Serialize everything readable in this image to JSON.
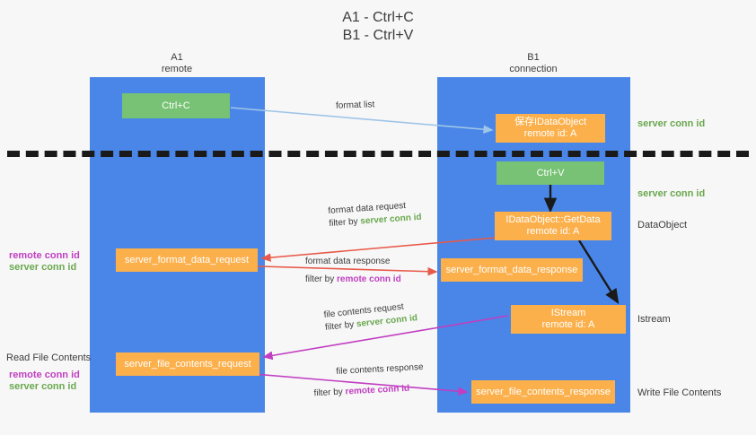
{
  "title": {
    "line1": "A1 - Ctrl+C",
    "line2": "B1 - Ctrl+V"
  },
  "columns": [
    {
      "name": "A1",
      "role": "remote"
    },
    {
      "name": "B1",
      "role": "connection"
    }
  ],
  "boxes": {
    "ctrl_c": {
      "label": "Ctrl+C",
      "sub": "",
      "color": "#77c274"
    },
    "save_idataobject": {
      "label": "保存IDataObject",
      "sub": "remote id: A",
      "color": "#fbb04c"
    },
    "ctrl_v": {
      "label": "Ctrl+V",
      "sub": "",
      "color": "#77c274"
    },
    "getdata": {
      "label": "IDataObject::GetData",
      "sub": "remote id: A",
      "color": "#fbb04c"
    },
    "fmt_req": {
      "label": "server_format_data_request",
      "sub": "",
      "color": "#fbb04c"
    },
    "fmt_resp": {
      "label": "server_format_data_response",
      "sub": "",
      "color": "#fbb04c"
    },
    "istream": {
      "label": "IStream",
      "sub": "remote id: A",
      "color": "#fbb04c"
    },
    "file_req": {
      "label": "server_file_contents_request",
      "sub": "",
      "color": "#fbb04c"
    },
    "file_resp": {
      "label": "server_file_contents_response",
      "sub": "",
      "color": "#fbb04c"
    }
  },
  "edge_labels": {
    "format_list": {
      "line1": "format list",
      "filter_prefix": "",
      "filter_value": ""
    },
    "format_data_request": {
      "line1": "format data request",
      "filter_prefix": "filter by",
      "filter_value": "server conn id",
      "filter_color": "#6aa84f"
    },
    "format_data_response": {
      "line1": "format data response",
      "filter_prefix": "filter by",
      "filter_value": "remote conn id",
      "filter_color": "#c13ec1"
    },
    "file_contents_request": {
      "line1": "file contents request",
      "filter_prefix": "filter by",
      "filter_value": "server conn id",
      "filter_color": "#6aa84f"
    },
    "file_contents_response": {
      "line1": "file contents response",
      "filter_prefix": "filter by",
      "filter_value": "remote conn id",
      "filter_color": "#c13ec1"
    }
  },
  "side_notes": {
    "right_top": {
      "text": "server conn id",
      "color": "#6aa84f"
    },
    "right_second": {
      "text": "server conn id",
      "color": "#6aa84f"
    },
    "right_dataobject": {
      "text": "DataObject",
      "color": "#3c3c3c"
    },
    "right_istream": {
      "text": "Istream",
      "color": "#3c3c3c"
    },
    "right_write_file": {
      "text": "Write File Contents",
      "color": "#3c3c3c"
    },
    "left_mid_remote": {
      "text": "remote conn id",
      "color": "#c13ec1"
    },
    "left_mid_server": {
      "text": "server conn id",
      "color": "#6aa84f"
    },
    "left_read_title": {
      "text": "Read File Contents",
      "color": "#3c3c3c"
    },
    "left_bot_remote": {
      "text": "remote conn id",
      "color": "#c13ec1"
    },
    "left_bot_server": {
      "text": "server conn id",
      "color": "#6aa84f"
    }
  },
  "colors": {
    "lane": "#4a86e8",
    "green_box": "#77c274",
    "orange_box": "#fbb04c",
    "arrow_blue": "#9fc5e8",
    "arrow_red": "#e8594a",
    "arrow_magenta": "#c13ec1",
    "arrow_dark": "#1a1a1a",
    "background": "#f7f7f7",
    "divider": "#1a1a1a"
  }
}
